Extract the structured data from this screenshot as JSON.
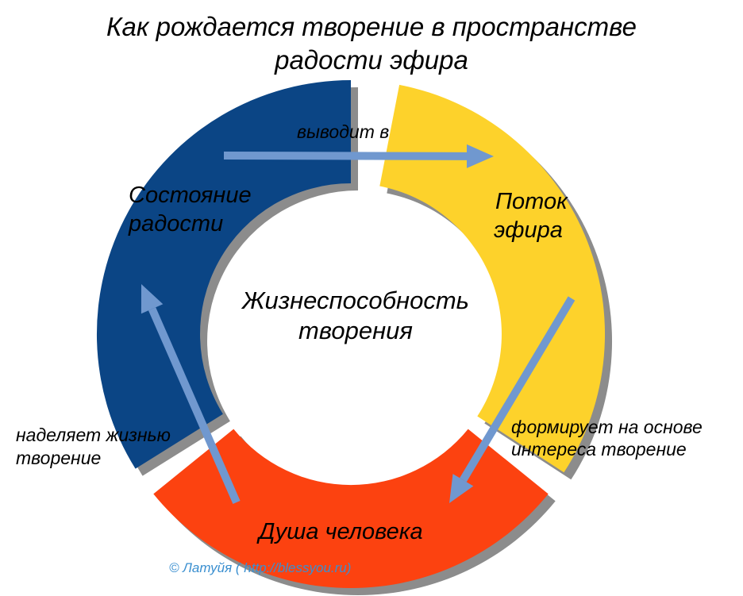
{
  "title": {
    "line1": "Как рождается творение в пространстве",
    "line2": "радости эфира"
  },
  "segments": {
    "joy": {
      "line1": "Состояние",
      "line2": "радости",
      "color": "#0b4585"
    },
    "ether": {
      "line1": "Поток",
      "line2": "эфира",
      "color": "#fdd22b"
    },
    "soul": {
      "label": "Душа человека",
      "color": "#fc4210"
    }
  },
  "center": {
    "line1": "Жизнеспособность",
    "line2": "творения"
  },
  "arrows": {
    "joy_to_ether": {
      "line1": "выводит в"
    },
    "ether_to_soul": {
      "line1": "формирует на основе",
      "line2": "интереса творение"
    },
    "soul_to_joy": {
      "line1": "наделяет жизнью",
      "line2": "творение"
    },
    "color": "#7098cf"
  },
  "credit": "© Латуйя ( http://blessyou.ru)",
  "shadow_color": "#8c8c8c"
}
